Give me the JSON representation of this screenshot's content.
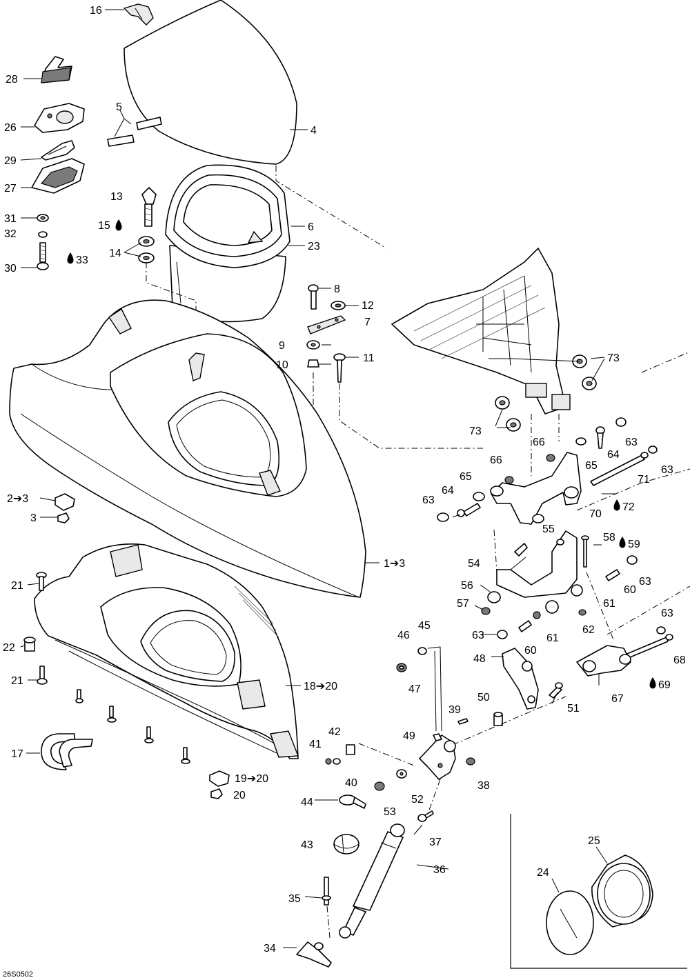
{
  "diagram_id": "26S0502",
  "labels": {
    "l16": "16",
    "l28": "28",
    "l26": "26",
    "l29": "29",
    "l27": "27",
    "l31": "31",
    "l32": "32",
    "l30": "30",
    "l33": "33",
    "l5": "5",
    "l4": "4",
    "l13": "13",
    "l15": "15",
    "l14": "14",
    "l6": "6",
    "l23": "23",
    "l8": "8",
    "l12": "12",
    "l7": "7",
    "l9": "9",
    "l10": "10",
    "l11": "11",
    "l2to3": "2➔3",
    "l3": "3",
    "l1to3": "1➔3",
    "l21a": "21",
    "l22": "22",
    "l21b": "21",
    "l18to20": "18➔20",
    "l17": "17",
    "l19to20": "19➔20",
    "l20": "20",
    "l73a": "73",
    "l73b": "73",
    "l66a": "66",
    "l63a": "63",
    "l64a": "64",
    "l65a": "65",
    "l66b": "66",
    "l65b": "65",
    "l64b": "64",
    "l63b": "63",
    "l71": "71",
    "l63c": "63",
    "l70": "70",
    "l72": "72",
    "l55": "55",
    "l58": "58",
    "l59": "59",
    "l54": "54",
    "l63d": "63",
    "l56": "56",
    "l60a": "60",
    "l57": "57",
    "l61a": "61",
    "l62": "62",
    "l63e": "63",
    "l60b": "60",
    "l61b": "61",
    "l63f": "63",
    "l68": "68",
    "l46": "46",
    "l45": "45",
    "l48": "48",
    "l47": "47",
    "l67": "67",
    "l69": "69",
    "l50": "50",
    "l51": "51",
    "l39": "39",
    "l42": "42",
    "l49": "49",
    "l41": "41",
    "l40": "40",
    "l38": "38",
    "l53": "53",
    "l52": "52",
    "l44": "44",
    "l37": "37",
    "l43": "43",
    "l36": "36",
    "l35": "35",
    "l34": "34",
    "l25": "25",
    "l24": "24"
  },
  "colors": {
    "line": "#000000",
    "background": "#ffffff",
    "shade": "#7a7a7a"
  }
}
